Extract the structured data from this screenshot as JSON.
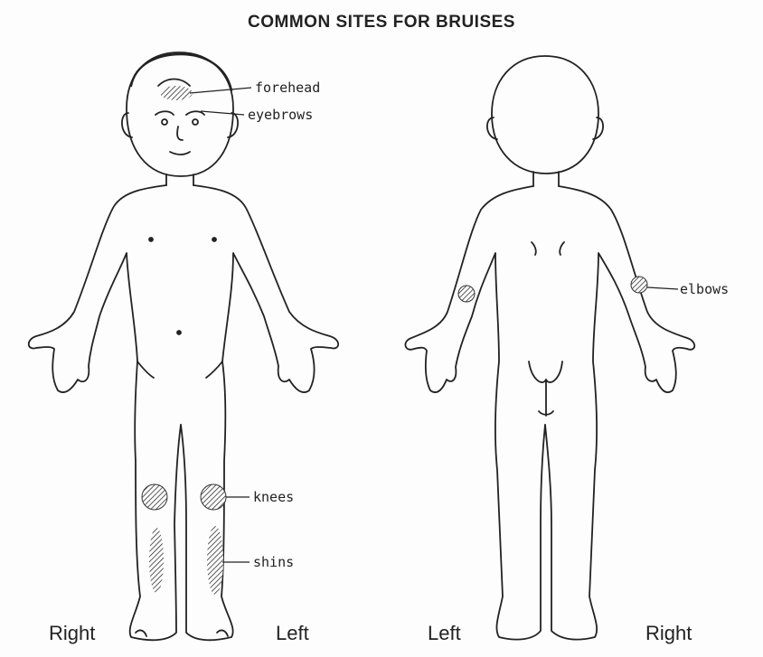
{
  "title": "COMMON SITES FOR BRUISES",
  "callouts": {
    "forehead": "forehead",
    "eyebrows": "eyebrows",
    "knees": "knees",
    "shins": "shins",
    "elbows": "elbows"
  },
  "side_labels": {
    "front_right": "Right",
    "front_left": "Left",
    "back_left": "Left",
    "back_right": "Right"
  }
}
